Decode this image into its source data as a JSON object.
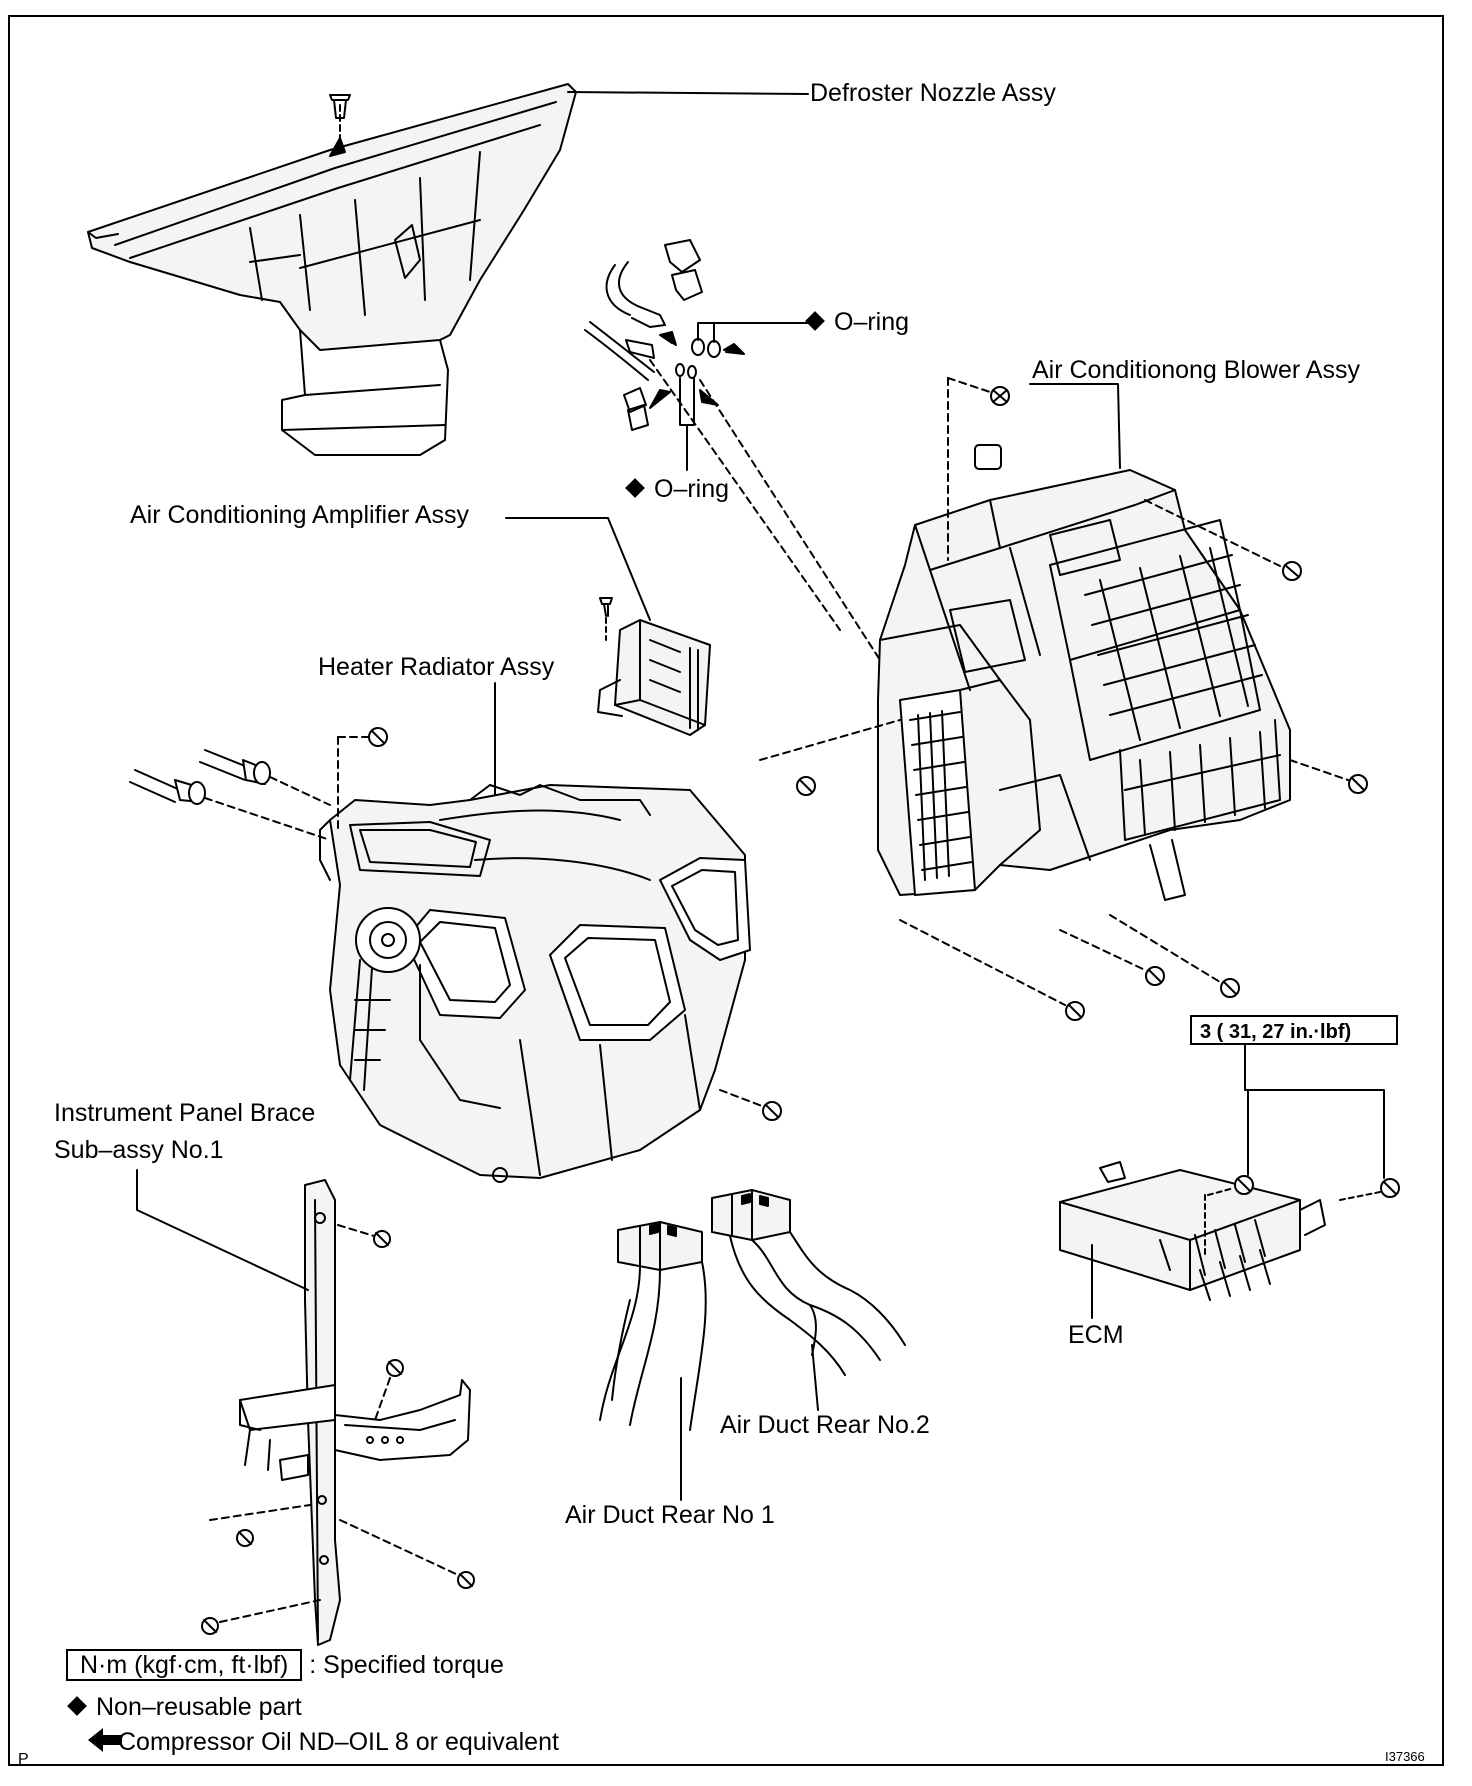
{
  "labels": {
    "defroster_nozzle": "Defroster Nozzle Assy",
    "o_ring_top": "O–ring",
    "blower": "Air Conditionong Blower Assy",
    "o_ring_mid": "O–ring",
    "amplifier": "Air Conditioning Amplifier Assy",
    "heater_radiator": "Heater Radiator Assy",
    "brace_line1": "Instrument Panel Brace",
    "brace_line2": "Sub–assy No.1",
    "ecm": "ECM",
    "duct_rear_2": "Air Duct Rear No.2",
    "duct_rear_1": "Air Duct Rear No 1"
  },
  "torque_spec": "3 ( 31, 27 in.·lbf)",
  "legend": {
    "unit_box": "N·m (kgf·cm, ft·lbf)",
    "unit_desc": ": Specified torque",
    "nonreusable": "Non–reusable part",
    "oil": "Compressor Oil ND–OIL 8 or equivalent"
  },
  "corner_left": "P",
  "figure_id": "I37366",
  "icons": {
    "nonreusable": "diamond-icon",
    "oil": "left-arrow-icon"
  }
}
